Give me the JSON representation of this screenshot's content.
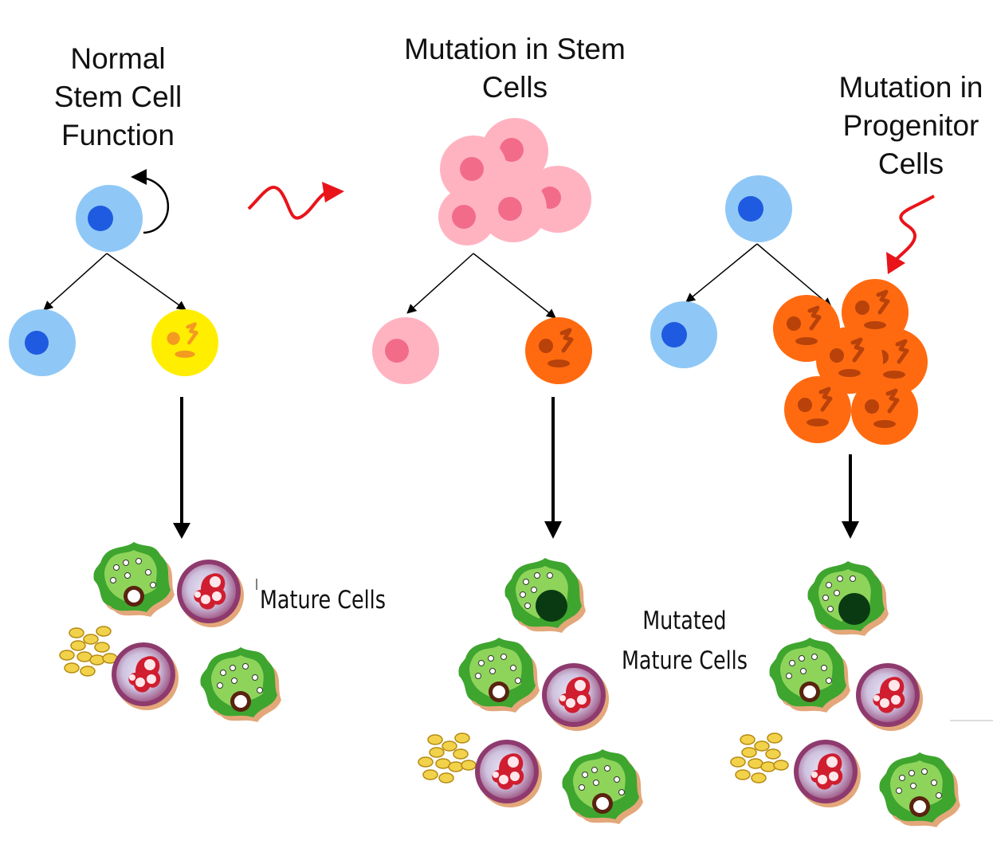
{
  "columns": [
    {
      "title_lines": [
        "Normal",
        "Stem Cell",
        "Function"
      ]
    },
    {
      "title_lines": [
        "Mutation in Stem",
        "Cells"
      ]
    },
    {
      "title_lines": [
        "Mutation in",
        "Progenitor",
        "Cells"
      ]
    }
  ],
  "outputs": {
    "normal_label": "Mature Cells",
    "mutated_label_lines": [
      "Mutated",
      "Mature Cells"
    ]
  },
  "colors": {
    "stem_cell": "#8fc8f6",
    "stem_nucleus": "#1f5be0",
    "progenitor_normal": "#ffee00",
    "progenitor_mutated": "#ff6a10",
    "mutated_stem": "#ffb3c1",
    "mutated_stem_nucleus": "#f26c8a",
    "mutation_arrow": "#e8141a",
    "mature_green": "#3ea52f",
    "mature_purple": "#b05a8a"
  },
  "icons": [
    "self-renewal-arrow-icon",
    "mutation-arrow-icon",
    "differentiation-arrow-icon",
    "mature-cell-icon"
  ]
}
